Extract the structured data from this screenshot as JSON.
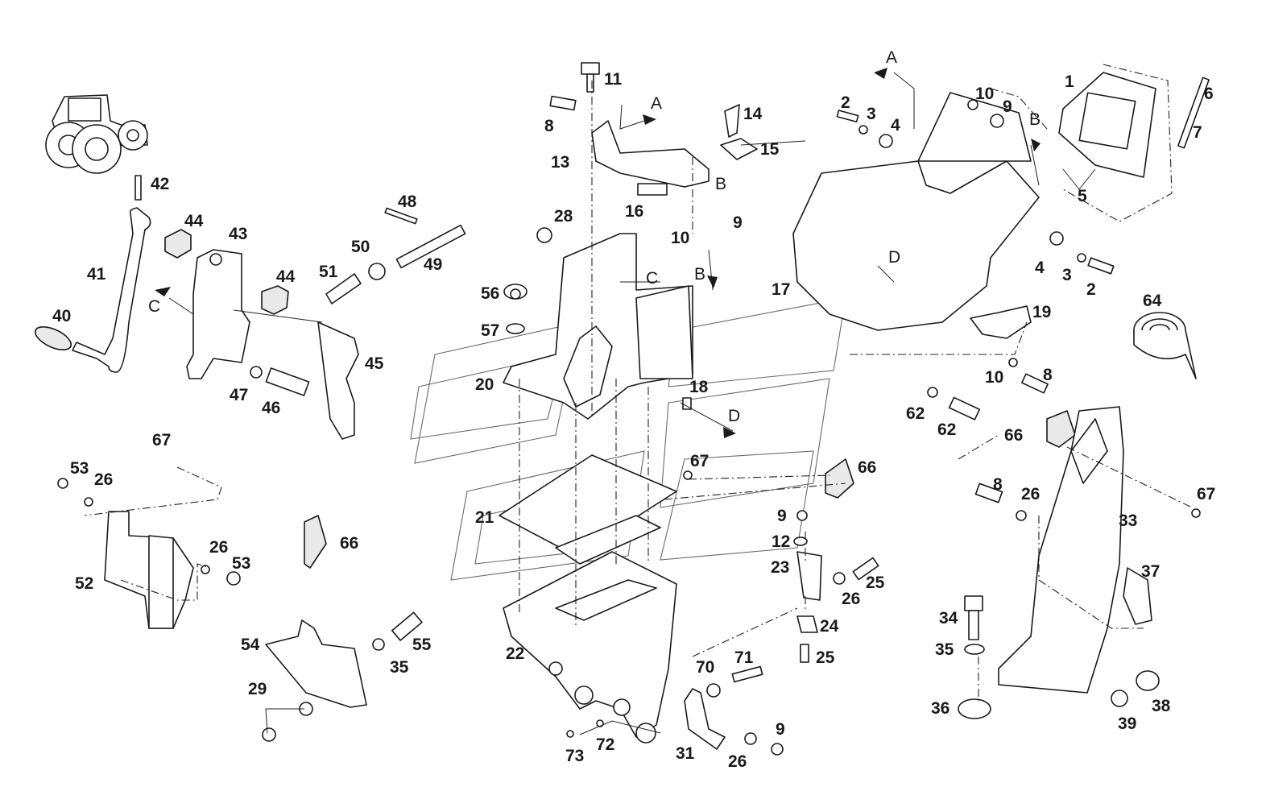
{
  "colors": {
    "line": "#1a1a1a",
    "background": "#ffffff",
    "shade": "#e9e9e9"
  },
  "icons": {
    "tractor": "tractor-icon"
  },
  "callouts": {
    "c1": "1",
    "c2a": "2",
    "c2b": "2",
    "c3a": "3",
    "c3b": "3",
    "c4a": "4",
    "c4b": "4",
    "c5": "5",
    "c6": "6",
    "c7": "7",
    "c8a": "8",
    "c8b": "8",
    "c8c": "8",
    "c9a": "9",
    "c9b": "9",
    "c9c": "9",
    "c9d": "9",
    "c10a": "10",
    "c10b": "10",
    "c10c": "10",
    "c11": "11",
    "c12": "12",
    "c13": "13",
    "c14": "14",
    "c15": "15",
    "c16": "16",
    "c17": "17",
    "c18": "18",
    "c19": "19",
    "c20": "20",
    "c21": "21",
    "c22": "22",
    "c23": "23",
    "c24": "24",
    "c25a": "25",
    "c25b": "25",
    "c26a": "26",
    "c26b": "26",
    "c26c": "26",
    "c26d": "26",
    "c26e": "26",
    "c28": "28",
    "c29": "29",
    "c31": "31",
    "c33": "33",
    "c34": "34",
    "c35a": "35",
    "c35b": "35",
    "c36": "36",
    "c37": "37",
    "c38": "38",
    "c39": "39",
    "c40": "40",
    "c41": "41",
    "c42": "42",
    "c43": "43",
    "c44a": "44",
    "c44b": "44",
    "c45": "45",
    "c46": "46",
    "c47": "47",
    "c48": "48",
    "c49": "49",
    "c50": "50",
    "c51": "51",
    "c52": "52",
    "c53a": "53",
    "c53b": "53",
    "c54": "54",
    "c55": "55",
    "c56": "56",
    "c57": "57",
    "c62a": "62",
    "c62b": "62",
    "c64": "64",
    "c66a": "66",
    "c66b": "66",
    "c66c": "66",
    "c67a": "67",
    "c67b": "67",
    "c67c": "67",
    "c70": "70",
    "c71": "71",
    "c72": "72",
    "c73": "73"
  },
  "view_letters": {
    "va1": "A",
    "va2": "A",
    "vb1": "B",
    "vb2": "B",
    "vb3": "B",
    "vc1": "C",
    "vc2": "C",
    "vd1": "D",
    "vd2": "D"
  }
}
